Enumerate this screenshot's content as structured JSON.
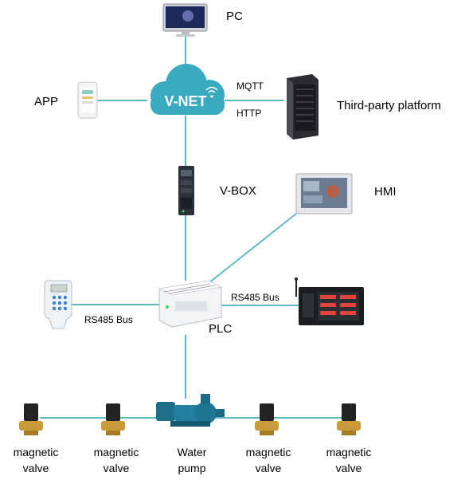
{
  "colors": {
    "line": "#5fb8c6",
    "cloud": "#3aaabf"
  },
  "cloud": {
    "label": "V-NET"
  },
  "labels": {
    "pc": "PC",
    "app": "APP",
    "mqtt": "MQTT",
    "http": "HTTP",
    "third_party": "Third-party platform",
    "vbox": "V-BOX",
    "hmi": "HMI",
    "plc": "PLC",
    "rs485_left": "RS485 Bus",
    "rs485_right": "RS485 Bus"
  },
  "bottom_devices": [
    {
      "line1": "magnetic",
      "line2": "valve"
    },
    {
      "line1": "magnetic",
      "line2": "valve"
    },
    {
      "line1": "Water",
      "line2": "pump"
    },
    {
      "line1": "magnetic",
      "line2": "valve"
    },
    {
      "line1": "magnetic",
      "line2": "valve"
    }
  ],
  "icons": {
    "pc": "monitor-icon",
    "app": "smartphone-icon",
    "server": "server-rack-icon",
    "vbox": "gateway-device-icon",
    "hmi": "touch-panel-icon",
    "plc": "plc-unit-icon",
    "handheld": "handheld-meter-icon",
    "display": "wireless-display-icon",
    "valve": "solenoid-valve-icon",
    "pump": "water-pump-icon"
  }
}
